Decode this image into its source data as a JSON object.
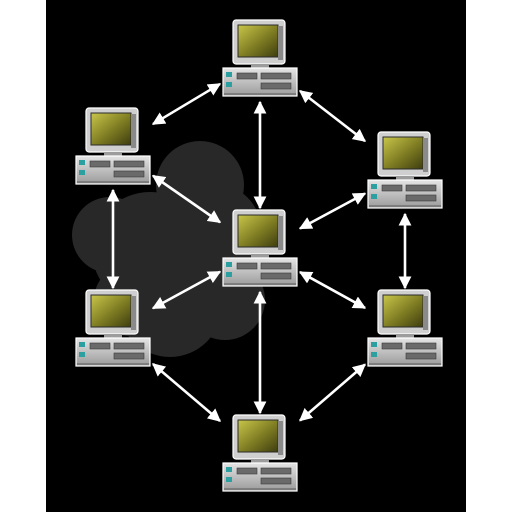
{
  "diagram": {
    "colors": {
      "panel": "#000000",
      "frame": "#ffffff",
      "screen": "#6b6a1c",
      "screen_glow": "#b8b542",
      "body": "#cfcfcf",
      "arrow": "#ffffff",
      "cloud": "#4a4a4a"
    },
    "nodes": [
      {
        "id": "top-computer"
      },
      {
        "id": "upper-left-computer"
      },
      {
        "id": "upper-right-computer"
      },
      {
        "id": "center-computer"
      },
      {
        "id": "lower-left-computer"
      },
      {
        "id": "lower-right-computer"
      },
      {
        "id": "bottom-computer"
      }
    ],
    "links": [
      [
        "top-computer",
        "upper-left-computer"
      ],
      [
        "top-computer",
        "upper-right-computer"
      ],
      [
        "top-computer",
        "center-computer"
      ],
      [
        "upper-left-computer",
        "center-computer"
      ],
      [
        "upper-left-computer",
        "lower-left-computer"
      ],
      [
        "upper-right-computer",
        "center-computer"
      ],
      [
        "upper-right-computer",
        "lower-right-computer"
      ],
      [
        "center-computer",
        "lower-left-computer"
      ],
      [
        "center-computer",
        "lower-right-computer"
      ],
      [
        "center-computer",
        "bottom-computer"
      ],
      [
        "lower-left-computer",
        "bottom-computer"
      ],
      [
        "lower-right-computer",
        "bottom-computer"
      ]
    ],
    "link_style": "bidirectional-arrow",
    "background_decoration": "cloud"
  }
}
